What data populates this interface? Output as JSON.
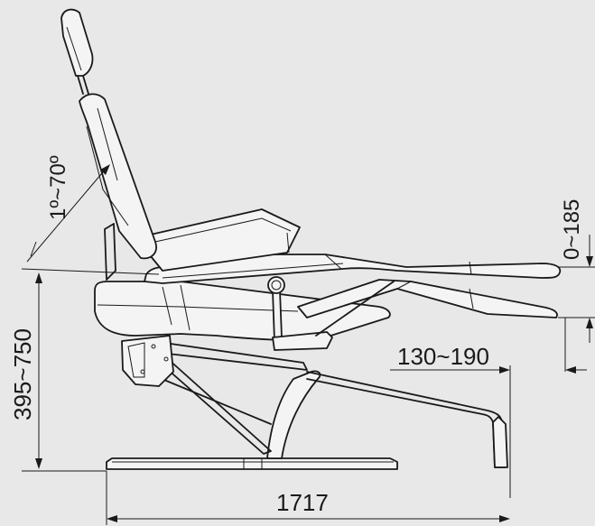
{
  "dimensions": {
    "backrest_angle": "1º~70º",
    "legrest_travel": "0~185",
    "seat_height": "395~750",
    "leg_extension": "130~190",
    "overall_length": "1717"
  },
  "colors": {
    "background": "#e8e8e9",
    "line": "#1a1a1a",
    "part_fill": "#f4f4f4"
  }
}
